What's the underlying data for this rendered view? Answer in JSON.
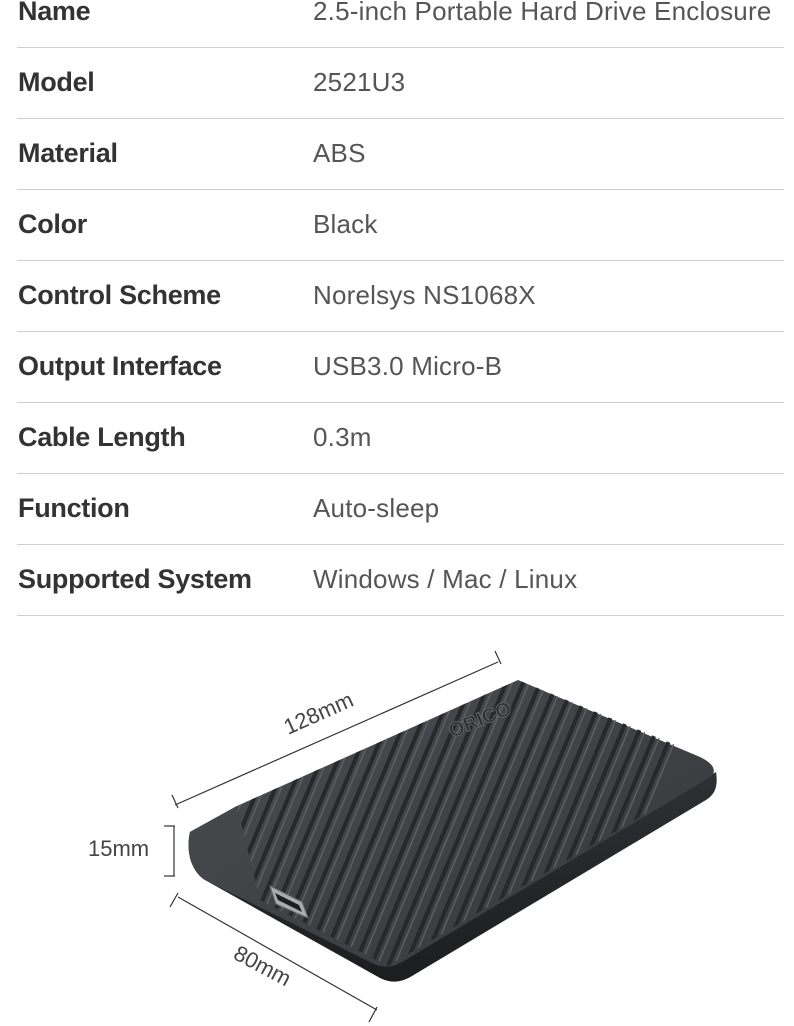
{
  "specs": [
    {
      "label": "Name",
      "value": "2.5-inch Portable Hard Drive Enclosure"
    },
    {
      "label": "Model",
      "value": "2521U3"
    },
    {
      "label": "Material",
      "value": "ABS"
    },
    {
      "label": "Color",
      "value": "Black"
    },
    {
      "label": "Control Scheme",
      "value": "Norelsys NS1068X"
    },
    {
      "label": "Output Interface",
      "value": "USB3.0 Micro-B"
    },
    {
      "label": "Cable Length",
      "value": "0.3m"
    },
    {
      "label": "Function",
      "value": "Auto-sleep"
    },
    {
      "label": "Supported System",
      "value": "Windows / Mac / Linux"
    }
  ],
  "figure": {
    "length_label": "128mm",
    "height_label": "15mm",
    "width_label": "80mm",
    "brand_logo_text": "ORICO"
  },
  "colors": {
    "label_text": "#333333",
    "value_text": "#555555",
    "divider": "#cfcfcf",
    "enclosure_body": "#3a3c3f"
  },
  "icons": {
    "brand_logo": "orico-logo",
    "usb_port": "usb-micro-b-port-icon"
  }
}
